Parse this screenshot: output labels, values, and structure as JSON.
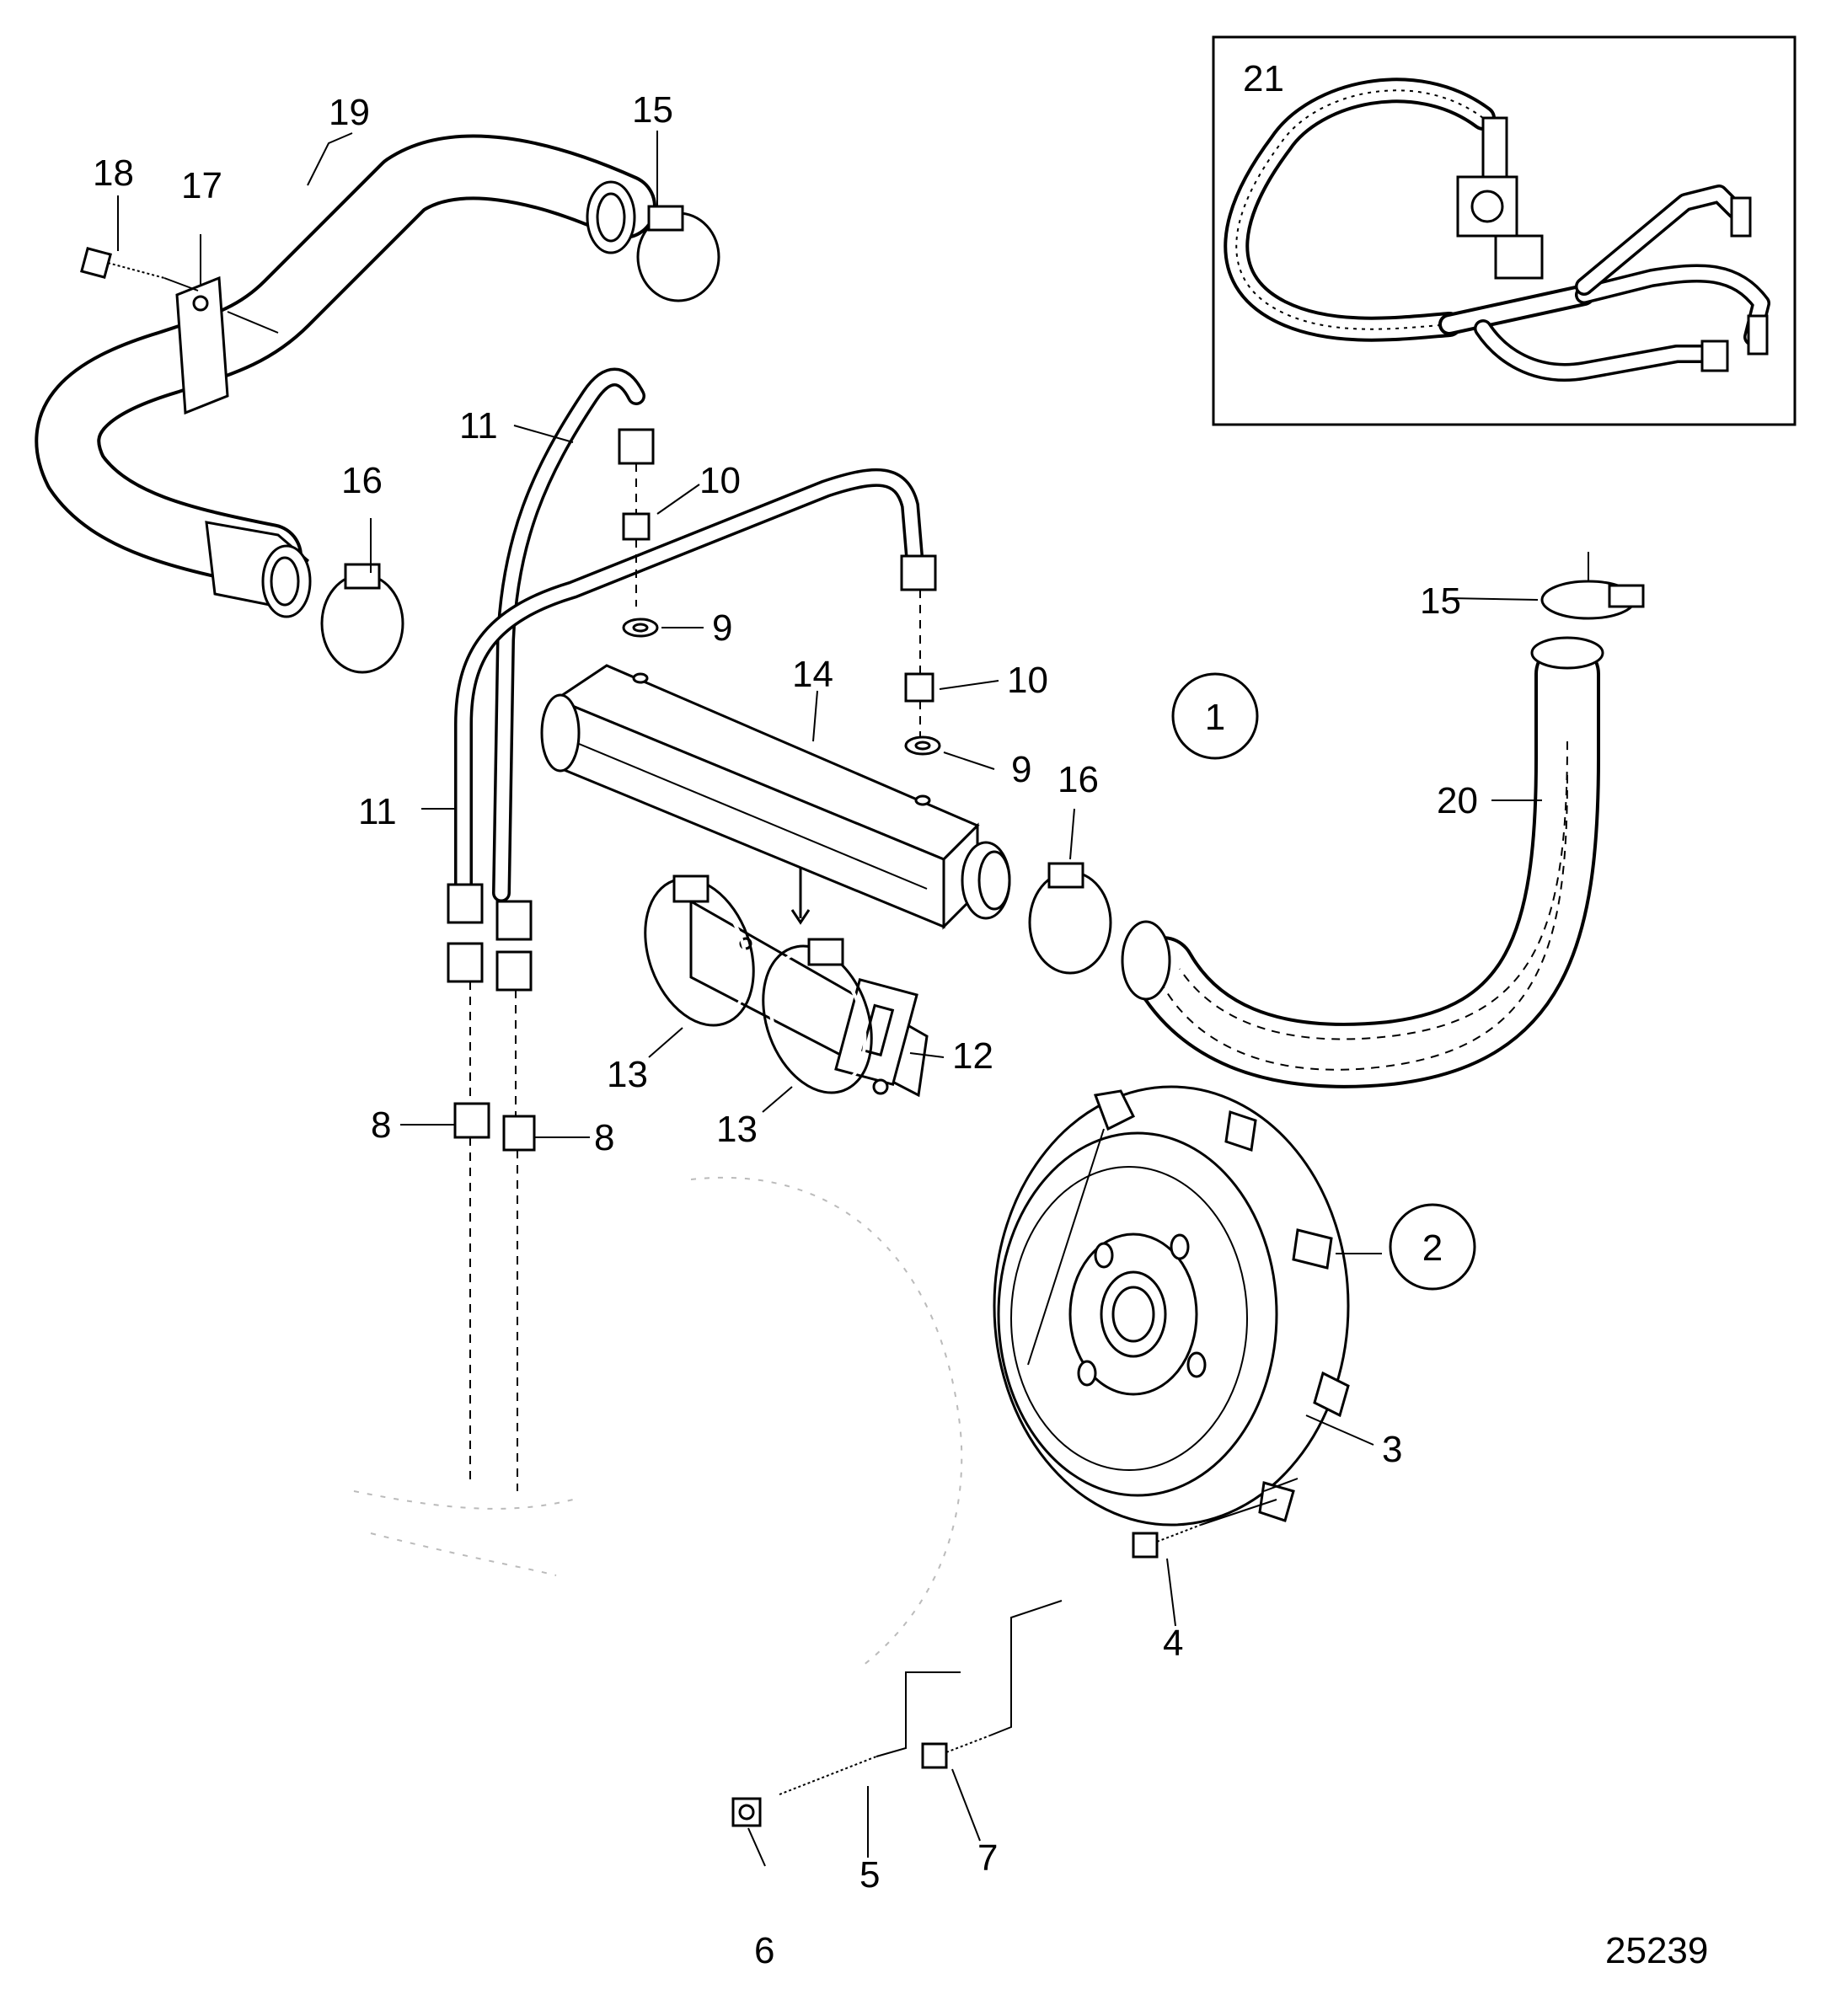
{
  "diagram": {
    "part_numbers": [
      "1",
      "2",
      "3",
      "4",
      "5",
      "6",
      "7",
      "8",
      "9",
      "10",
      "11",
      "12",
      "13",
      "14",
      "15",
      "16",
      "17",
      "18",
      "19",
      "20",
      "21"
    ],
    "labels": {
      "n1": "1",
      "n2": "2",
      "n3": "3",
      "n4": "4",
      "n5": "5",
      "n6": "6",
      "n7": "7",
      "n8a": "8",
      "n8b": "8",
      "n9a": "9",
      "n9b": "9",
      "n10a": "10",
      "n10b": "10",
      "n11a": "11",
      "n11b": "11",
      "n12": "12",
      "n13a": "13",
      "n13b": "13",
      "n14": "14",
      "n15a": "15",
      "n15b": "15",
      "n16a": "16",
      "n16b": "16",
      "n17": "17",
      "n18": "18",
      "n19": "19",
      "n20": "20",
      "n21": "21"
    },
    "figure_id": "25239"
  }
}
